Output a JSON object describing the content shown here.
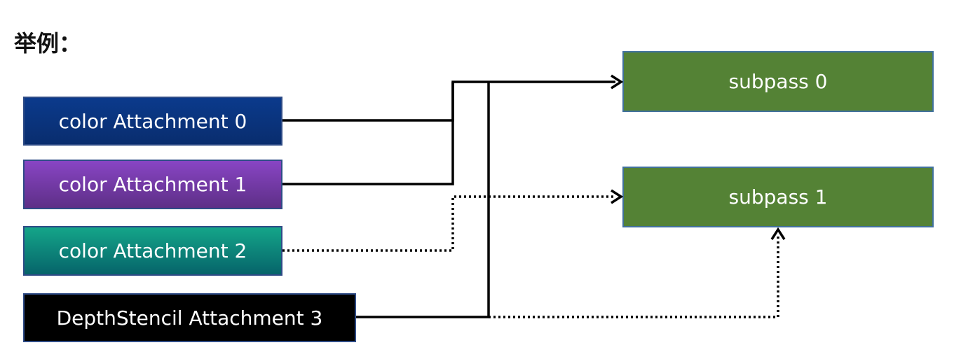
{
  "title": "举例：",
  "attachments": [
    {
      "label": "color Attachment 0",
      "color_top": "#0b3a8c",
      "color_bottom": "#092d6e"
    },
    {
      "label": "color Attachment 1",
      "color_top": "#8845c4",
      "color_bottom": "#5e2f87"
    },
    {
      "label": "color Attachment 2",
      "color_top": "#14a589",
      "color_bottom": "#06646a"
    },
    {
      "label": "DepthStencil Attachment 3",
      "color_top": "#000000",
      "color_bottom": "#000000"
    }
  ],
  "subpasses": [
    {
      "label": "subpass 0",
      "color": "#548235"
    },
    {
      "label": "subpass 1",
      "color": "#548235"
    }
  ],
  "connections": [
    {
      "from": "color Attachment 0",
      "to": "subpass 0",
      "style": "solid"
    },
    {
      "from": "color Attachment 1",
      "to": "subpass 0",
      "style": "solid"
    },
    {
      "from": "DepthStencil Attachment 3",
      "to": "subpass 0",
      "style": "solid"
    },
    {
      "from": "color Attachment 2",
      "to": "subpass 1",
      "style": "dotted"
    },
    {
      "from": "DepthStencil Attachment 3",
      "to": "subpass 1",
      "style": "dotted"
    }
  ]
}
